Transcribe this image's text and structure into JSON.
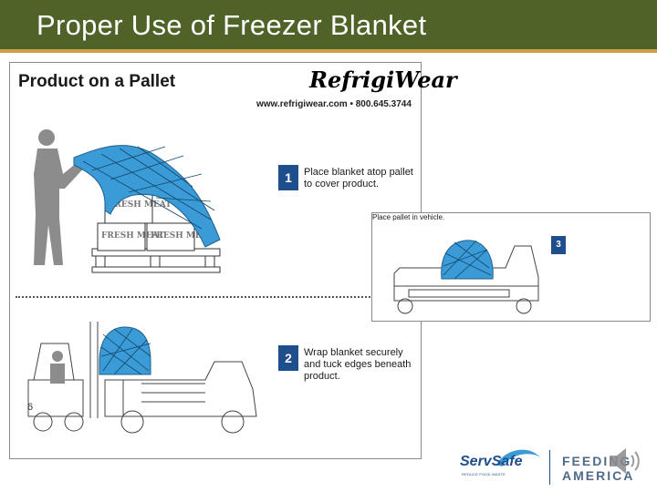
{
  "slide": {
    "title": "Proper Use of Freezer Blanket",
    "page_number": "6"
  },
  "main_panel": {
    "heading": "Product on a Pallet",
    "brand": "RefrigiWear",
    "contact": "www.refrigiwear.com • 800.645.3744",
    "steps": [
      {
        "number": "1",
        "text": "Place blanket atop pallet to cover product."
      },
      {
        "number": "2",
        "text": "Wrap blanket securely and tuck edges beneath product."
      }
    ],
    "box_labels": [
      "FRESH MEAT",
      "FRESH MEAT",
      "FRESH MEAT"
    ]
  },
  "inset_panel": {
    "step": {
      "number": "3",
      "text": "Place pallet in vehicle."
    }
  },
  "logos": {
    "servsafe": "ServSafe",
    "servsafe_sub": "REDUCE FOOD WASTE",
    "feeding_line1": "FEEDING",
    "feeding_line2": "AMERICA"
  },
  "colors": {
    "title_bar": "#4f6228",
    "title_accent": "#c9a24a",
    "blanket": "#3a9bd6",
    "step_badge": "#1f4e8c"
  },
  "icons": [
    "speaker-icon"
  ]
}
